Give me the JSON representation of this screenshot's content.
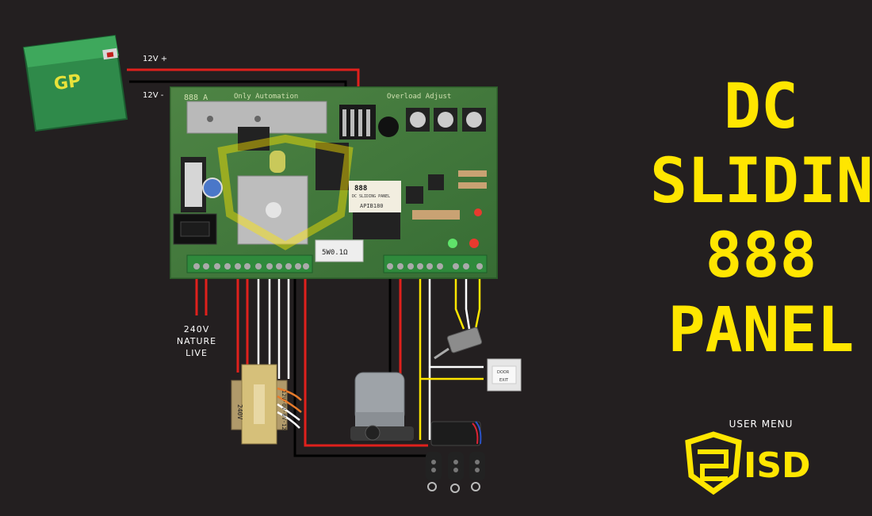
{
  "battery": {
    "pos_label": "12V +",
    "neg_label": "12V -",
    "brand": "GP"
  },
  "mains": {
    "line1": "240V",
    "line2": "NATURE",
    "line3": "LIVE"
  },
  "transformer": {
    "label_left": "240V",
    "label_right": "12V-0V-0V-12V"
  },
  "board": {
    "corner_label": "888_A",
    "maker": "Only Automation",
    "overload": "Overload Adjust",
    "chip_top": "888",
    "chip_line2": "DC SLIDING PANEL",
    "chip_line3": "APIB180",
    "resistor": "5W0.1Ω"
  },
  "exit_button": {
    "line1": "DOOR",
    "line2": "EXIT"
  },
  "title": {
    "line1": "DC",
    "line2": "SLIDING",
    "line3": "888",
    "line4": "PANEL"
  },
  "user_menu": "USER MENU",
  "logo_text": "ISD",
  "colors": {
    "background": "#231f20",
    "accent": "#ffe600",
    "wire_red": "#e0201c",
    "wire_black": "#000000",
    "wire_white": "#ffffff",
    "wire_yellow": "#ffe600",
    "board_green": "#3f7a3c"
  }
}
